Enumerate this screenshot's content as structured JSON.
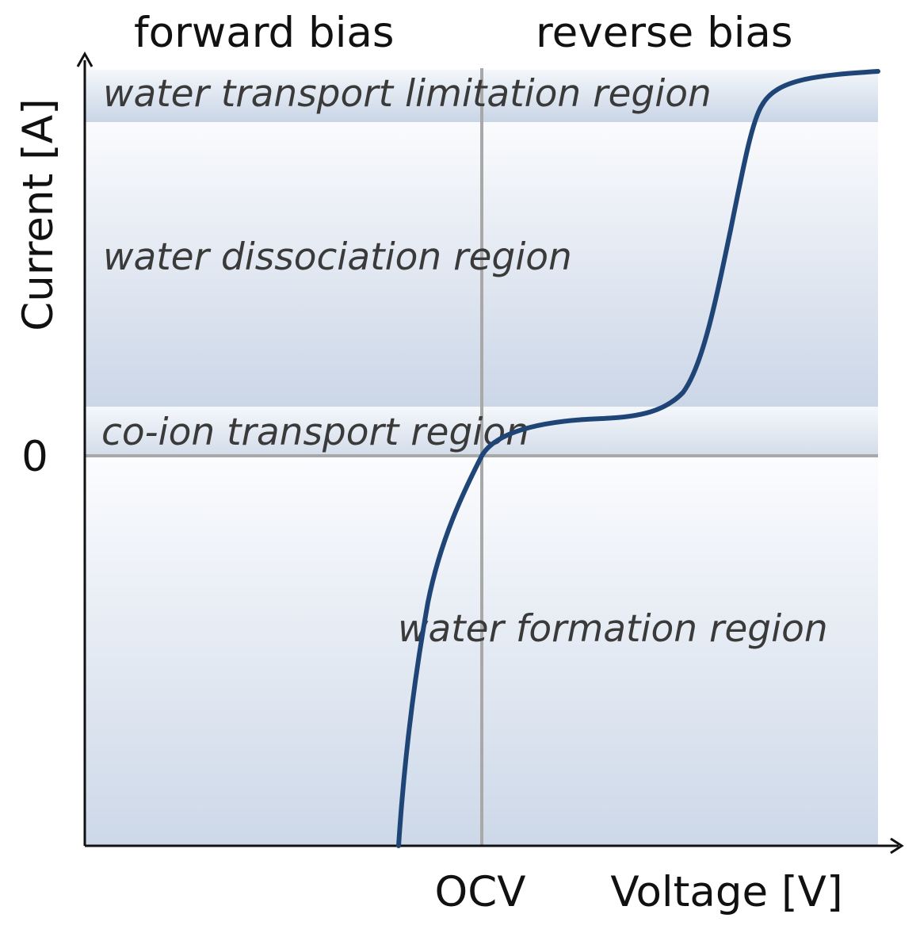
{
  "header": {
    "left_label": "forward bias",
    "right_label": "reverse bias"
  },
  "axes": {
    "y_label": "Current [A]",
    "y_zero_label": "0",
    "x_ocv_label": "OCV",
    "x_label": "Voltage [V]"
  },
  "regions": [
    {
      "id": "water-transport-limitation",
      "label": "water transport limitation region"
    },
    {
      "id": "water-dissociation",
      "label": "water dissociation region"
    },
    {
      "id": "co-ion-transport",
      "label": "co-ion transport region"
    },
    {
      "id": "water-formation",
      "label": "water formation region"
    }
  ],
  "colors": {
    "curve": "#1f4577",
    "band_dark": "#cdd8e8",
    "band_light": "#f6f8fb",
    "axis": "#111111",
    "reference_lines": "#a8a8a8",
    "region_text": "#3a3a3a"
  }
}
